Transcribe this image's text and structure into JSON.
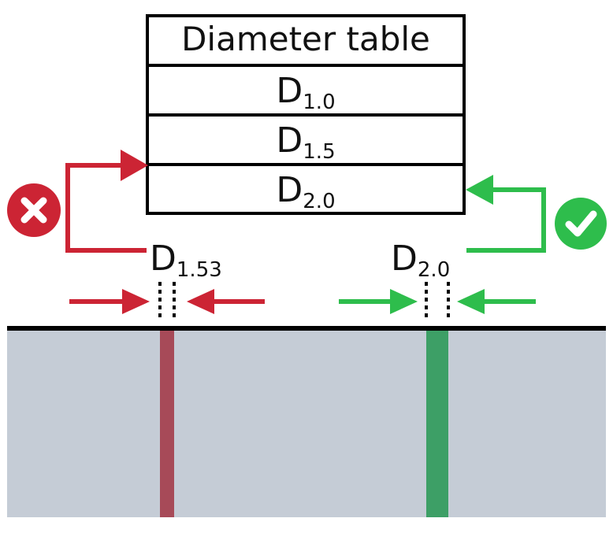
{
  "table": {
    "title": "Diameter table",
    "rows": [
      {
        "main": "D",
        "sub": "1.0"
      },
      {
        "main": "D",
        "sub": "1.5"
      },
      {
        "main": "D",
        "sub": "2.0"
      }
    ]
  },
  "left_measure": {
    "main": "D",
    "sub": "1.53",
    "result": "mismatch"
  },
  "right_measure": {
    "main": "D",
    "sub": "2.0",
    "result": "match"
  },
  "colors": {
    "red": "#cc2434",
    "green": "#2ebd4c",
    "surface": "#c5ccd6",
    "red_hole": "#a74a58",
    "green_hole": "#3d9f66",
    "line": "#000000"
  },
  "icons": {
    "mismatch": "x-circle-icon",
    "match": "check-circle-icon"
  }
}
